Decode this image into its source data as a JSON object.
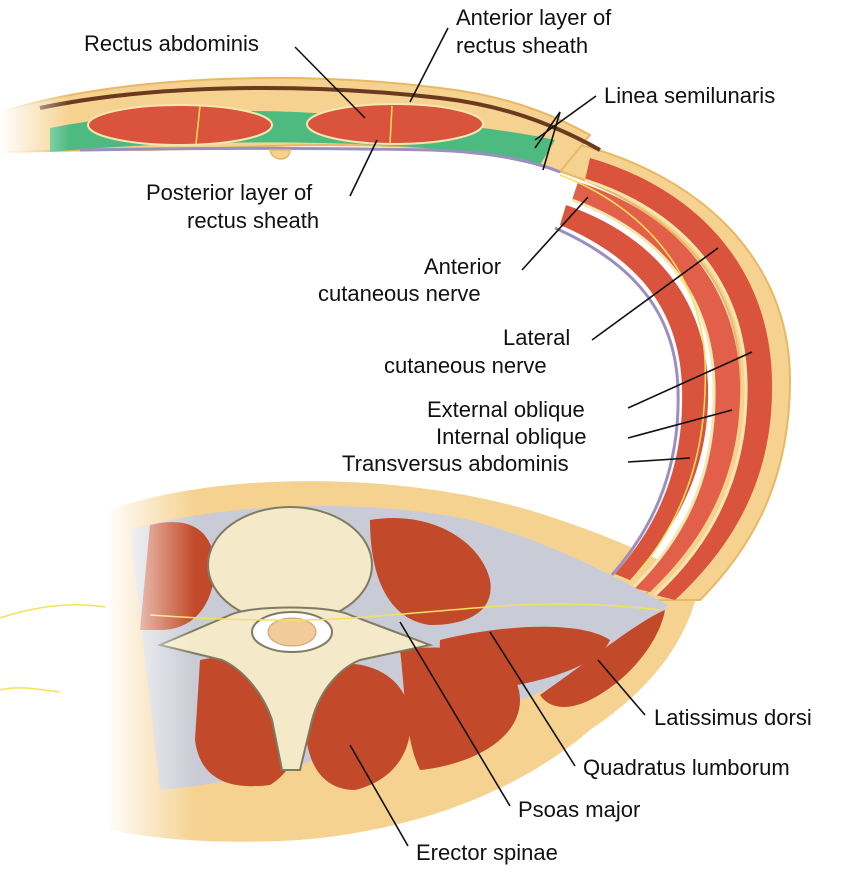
{
  "labels": {
    "rectus_abdominis": "Rectus abdominis",
    "anterior_layer_1": "Anterior layer of",
    "anterior_layer_2": "rectus sheath",
    "linea_semilunaris": "Linea semilunaris",
    "posterior_layer_1": "Posterior layer of",
    "posterior_layer_2": "rectus sheath",
    "anterior_cutaneous_1": "Anterior",
    "anterior_cutaneous_2": "cutaneous nerve",
    "lateral_cutaneous_1": "Lateral",
    "lateral_cutaneous_2": "cutaneous nerve",
    "external_oblique": "External oblique",
    "internal_oblique": "Internal oblique",
    "transversus_abdominis": "Transversus abdominis",
    "latissimus_dorsi": "Latissimus dorsi",
    "quadratus_lumborum": "Quadratus lumborum",
    "psoas_major": "Psoas major",
    "erector_spinae": "Erector spinae"
  },
  "colors": {
    "fat": "#f6d290",
    "fat_edge": "#e9b864",
    "muscle_red": "#d9533d",
    "muscle_dark": "#c24a2a",
    "fascia_gray": "#c9ccd6",
    "sheath_green": "#4dbb7f",
    "sheath_purple": "#9c8fc0",
    "nerve_yellow": "#f4e15a",
    "bone": "#f4e9c8",
    "bone_edge": "#7f7a62",
    "skin_brown": "#6b3a1e"
  }
}
